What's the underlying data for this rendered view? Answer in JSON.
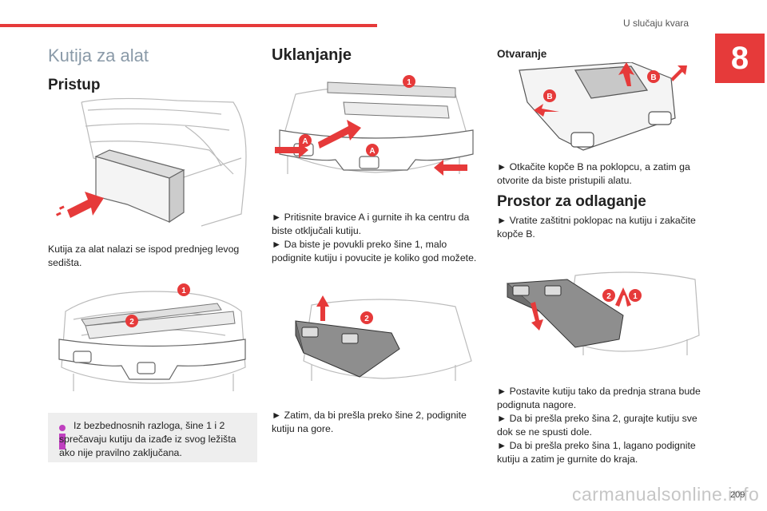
{
  "header": {
    "section_title": "U slučaju kvara",
    "chapter_number": "8"
  },
  "col1": {
    "title": "Kutija za alat",
    "subtitle": "Pristup",
    "para1": "Kutija za alat nalazi se ispod prednjeg levog sedišta.",
    "fig2_callouts": [
      "1",
      "2"
    ],
    "info": {
      "icon": "info-icon",
      "text": "Iz bezbednosnih razloga, šine 1 i 2 sprečavaju kutiju da izađe iz svog ležišta ako nije pravilno zaključana."
    }
  },
  "col2": {
    "title": "Uklanjanje",
    "fig1_callouts": [
      "1",
      "A",
      "A"
    ],
    "para1_lines": [
      "► Pritisnite bravice A i gurnite ih ka centru da biste otključali kutiju.",
      "► Da biste je povukli preko šine 1, malo podignite kutiju i povucite je koliko god možete."
    ],
    "fig2_callouts": [
      "2"
    ],
    "para2": "► Zatim, da bi prešla preko šine 2, podignite kutiju na gore."
  },
  "col3": {
    "subtitle1": "Otvaranje",
    "fig1_callouts": [
      "B",
      "B"
    ],
    "para1": "► Otkačite kopče B na poklopcu, a zatim ga otvorite da biste pristupili alatu.",
    "subtitle2": "Prostor za odlaganje",
    "para2": "► Vratite zaštitni poklopac na kutiju i zakačite kopče B.",
    "fig2_callouts": [
      "2",
      "1"
    ],
    "para3_lines": [
      "► Postavite kutiju tako da prednja strana bude podignuta nagore.",
      "► Da bi prešla preko šina 2, gurajte kutiju sve dok se ne spusti dole.",
      "► Da bi prešla preko šina 1, lagano podignite kutiju a zatim je gurnite do kraja."
    ]
  },
  "footer": {
    "page_number": "209",
    "watermark": "carmanualsonline.info"
  },
  "colors": {
    "accent": "#e63a3a",
    "heading_light": "#8a9aa8",
    "info_bg": "#eeeeee"
  }
}
